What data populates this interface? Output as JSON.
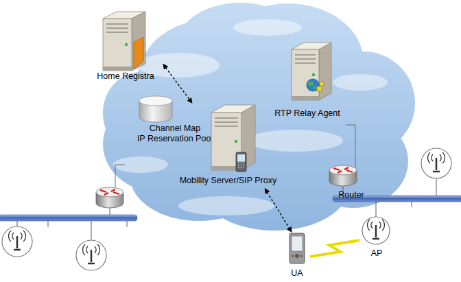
{
  "diagram": {
    "nodes": [
      {
        "text": [
          "Home Registra"
        ]
      },
      {
        "text": [
          "RTP Relay Agent"
        ]
      },
      {
        "text": [
          "Channel Map",
          "IP Reservation Pool"
        ]
      },
      {
        "text": [
          "Mobility Server/SIP Proxy"
        ]
      },
      {
        "text": [
          "Router"
        ]
      },
      {
        "text": [
          "AP"
        ]
      },
      {
        "text": [
          "UA"
        ]
      }
    ],
    "edges": [
      {
        "from": 0,
        "to": 3,
        "arrow": "both"
      },
      {
        "from": 3,
        "to": 6,
        "arrow": "both"
      },
      {
        "from": 6,
        "to": 5,
        "arrow": "none"
      }
    ]
  }
}
